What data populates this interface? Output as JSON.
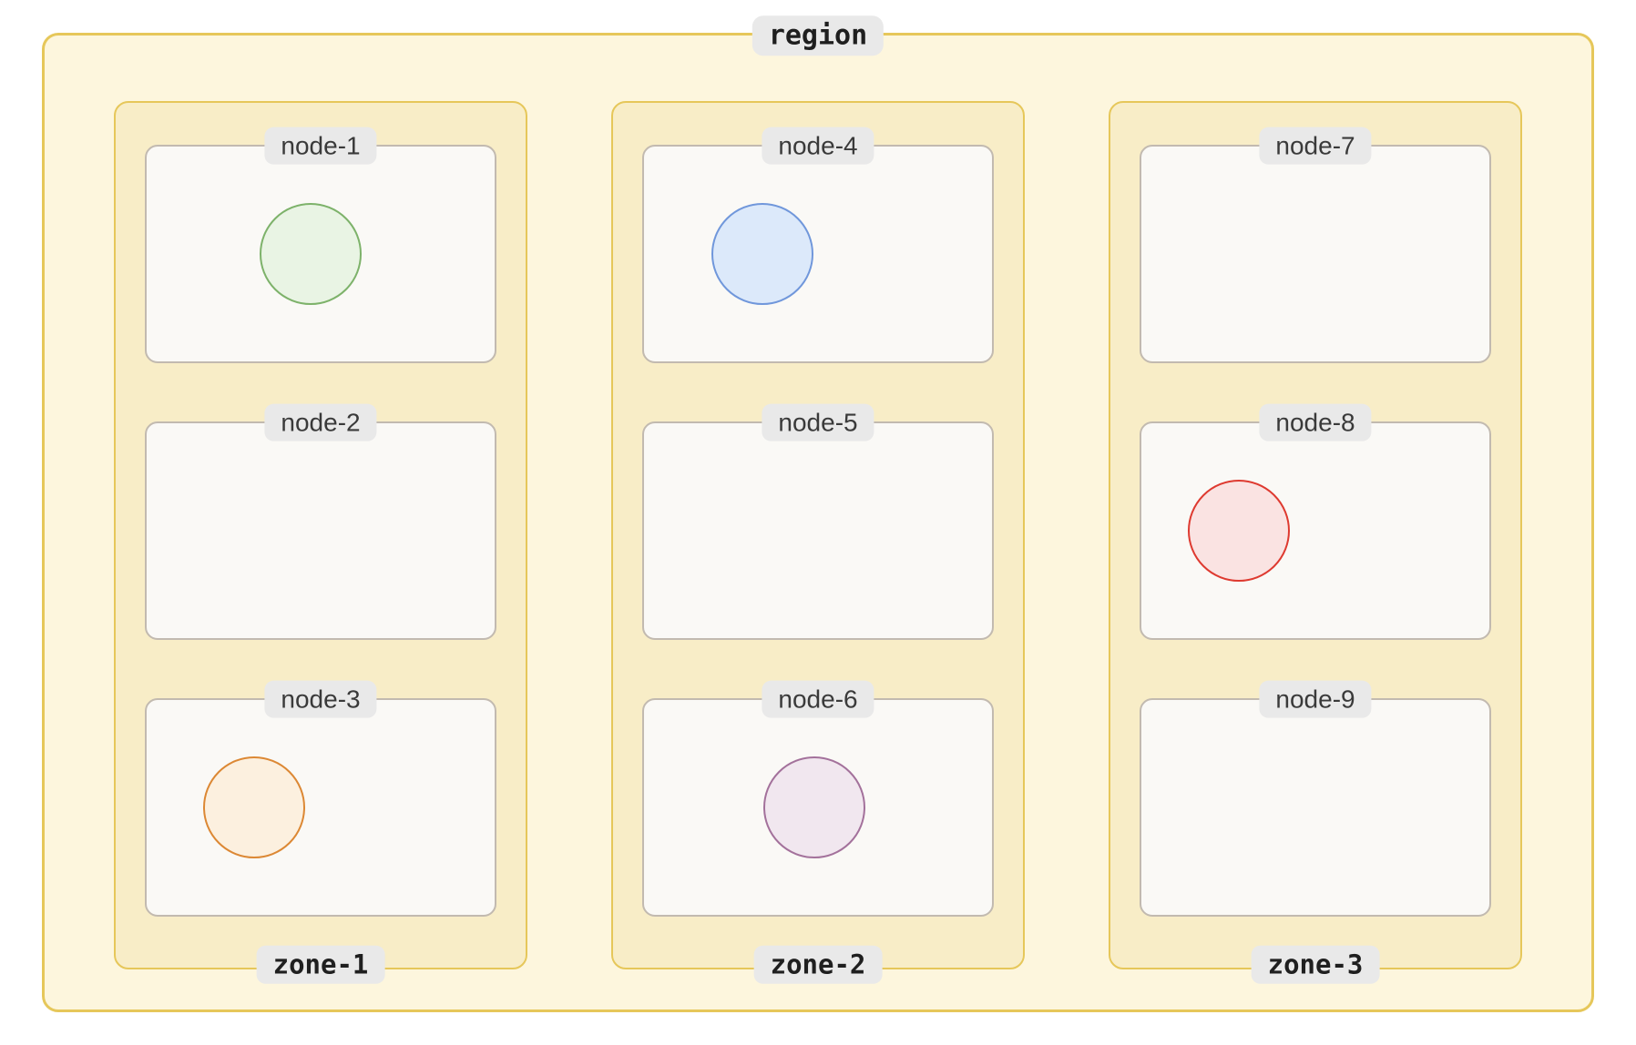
{
  "region": {
    "label": "region",
    "zones": [
      {
        "label": "zone-1",
        "nodes": [
          {
            "label": "node-1",
            "pod": {
              "fill": "#e9f4e4",
              "stroke": "#7db26a"
            }
          },
          {
            "label": "node-2"
          },
          {
            "label": "node-3",
            "pod": {
              "fill": "#fcf0df",
              "stroke": "#dc8834"
            }
          }
        ]
      },
      {
        "label": "zone-2",
        "nodes": [
          {
            "label": "node-4",
            "pod": {
              "fill": "#dce9fa",
              "stroke": "#7097db"
            }
          },
          {
            "label": "node-5"
          },
          {
            "label": "node-6",
            "pod": {
              "fill": "#f1e7ef",
              "stroke": "#a3719b"
            }
          }
        ]
      },
      {
        "label": "zone-3",
        "nodes": [
          {
            "label": "node-7"
          },
          {
            "label": "node-8",
            "pod": {
              "fill": "#fae3e2",
              "stroke": "#de3a30"
            }
          },
          {
            "label": "node-9"
          }
        ]
      }
    ]
  },
  "colors": {
    "region": {
      "fill": "#fdf6dd",
      "stroke": "#e6c75a"
    },
    "zone": {
      "fill": "#f8edc7",
      "stroke": "#e6c75a"
    },
    "node": {
      "fill": "#faf9f6",
      "stroke": "#c2bab0"
    },
    "label_pill": {
      "fill": "#e9e9e9"
    }
  }
}
